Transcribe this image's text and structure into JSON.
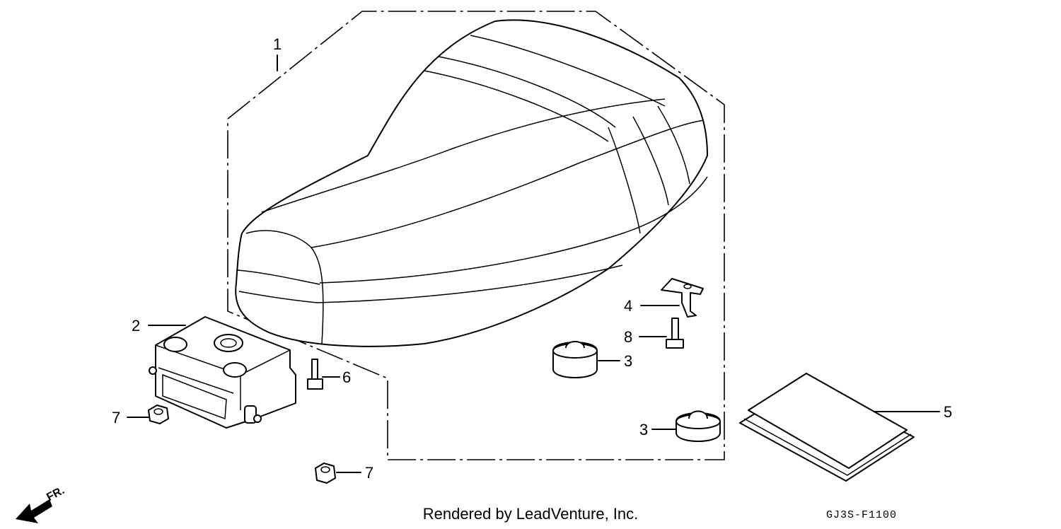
{
  "callouts": {
    "c1": "1",
    "c2": "2",
    "c3a": "3",
    "c3b": "3",
    "c4": "4",
    "c5": "5",
    "c6": "6",
    "c7a": "7",
    "c7b": "7",
    "c8": "8"
  },
  "footer": {
    "credit": "Rendered by LeadVenture, Inc.",
    "code": "GJ3S-F1100"
  },
  "direction": {
    "label": "FR.",
    "icon": "front-arrow-icon"
  }
}
